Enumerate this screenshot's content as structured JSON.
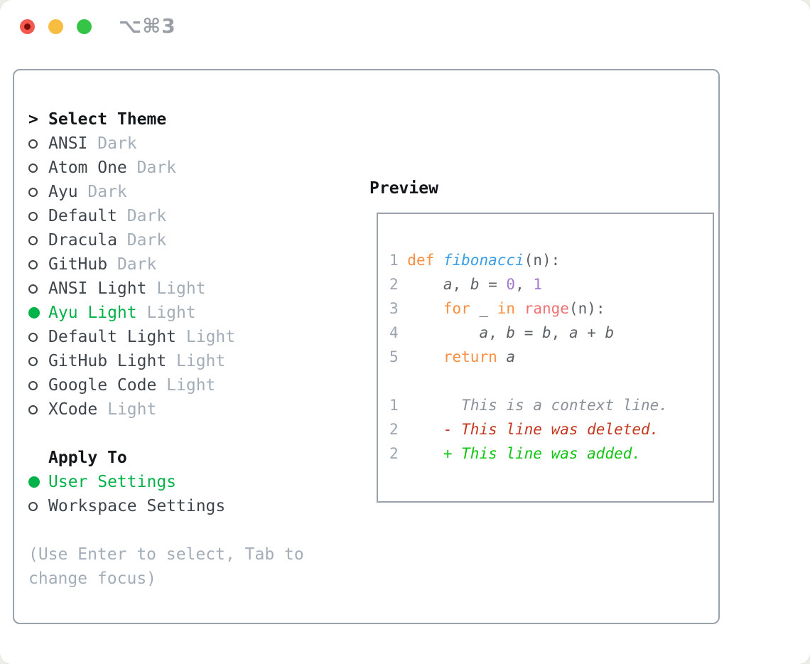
{
  "window": {
    "shortcut_title": "⌥⌘3",
    "traffic_lights": [
      "close",
      "minimize",
      "zoom"
    ]
  },
  "theme_picker": {
    "heading": "Select Theme",
    "prompt": ">",
    "items": [
      {
        "name": "ANSI",
        "variant": "Dark",
        "selected": false
      },
      {
        "name": "Atom One",
        "variant": "Dark",
        "selected": false
      },
      {
        "name": "Ayu",
        "variant": "Dark",
        "selected": false
      },
      {
        "name": "Default",
        "variant": "Dark",
        "selected": false
      },
      {
        "name": "Dracula",
        "variant": "Dark",
        "selected": false
      },
      {
        "name": "GitHub",
        "variant": "Dark",
        "selected": false
      },
      {
        "name": "ANSI Light",
        "variant": "Light",
        "selected": false
      },
      {
        "name": "Ayu Light",
        "variant": "Light",
        "selected": true
      },
      {
        "name": "Default Light",
        "variant": "Light",
        "selected": false
      },
      {
        "name": "GitHub Light",
        "variant": "Light",
        "selected": false
      },
      {
        "name": "Google Code",
        "variant": "Light",
        "selected": false
      },
      {
        "name": "XCode",
        "variant": "Light",
        "selected": false
      }
    ]
  },
  "apply_to": {
    "heading": "Apply To",
    "items": [
      {
        "name": "User Settings",
        "selected": true
      },
      {
        "name": "Workspace Settings",
        "selected": false
      }
    ]
  },
  "hint": "(Use Enter to select, Tab to change focus)",
  "preview": {
    "heading": "Preview",
    "pane_lines": [
      {
        "tokens": [
          {
            "t": "1 ",
            "c": "ln"
          },
          {
            "t": "def ",
            "c": "kw"
          },
          {
            "t": "fibonacci",
            "c": "fn",
            "i": 1
          },
          {
            "t": "(n):",
            "c": "tx"
          }
        ]
      },
      {
        "tokens": [
          {
            "t": "2 ",
            "c": "ln"
          },
          {
            "t": "    ",
            "c": "tx"
          },
          {
            "t": "a",
            "c": "tx",
            "i": 1
          },
          {
            "t": ", ",
            "c": "tx"
          },
          {
            "t": "b",
            "c": "tx",
            "i": 1
          },
          {
            "t": " = ",
            "c": "tx"
          },
          {
            "t": "0",
            "c": "num"
          },
          {
            "t": ", ",
            "c": "tx"
          },
          {
            "t": "1",
            "c": "num"
          }
        ]
      },
      {
        "tokens": [
          {
            "t": "3 ",
            "c": "ln"
          },
          {
            "t": "    ",
            "c": "tx"
          },
          {
            "t": "for",
            "c": "kw"
          },
          {
            "t": " _ ",
            "c": "tx"
          },
          {
            "t": "in",
            "c": "kw"
          },
          {
            "t": " ",
            "c": "tx"
          },
          {
            "t": "range",
            "c": "call"
          },
          {
            "t": "(n):",
            "c": "tx"
          }
        ]
      },
      {
        "tokens": [
          {
            "t": "4 ",
            "c": "ln"
          },
          {
            "t": "        ",
            "c": "tx"
          },
          {
            "t": "a",
            "c": "tx",
            "i": 1
          },
          {
            "t": ", ",
            "c": "tx"
          },
          {
            "t": "b",
            "c": "tx",
            "i": 1
          },
          {
            "t": " = ",
            "c": "tx"
          },
          {
            "t": "b",
            "c": "tx",
            "i": 1
          },
          {
            "t": ", ",
            "c": "tx"
          },
          {
            "t": "a",
            "c": "tx",
            "i": 1
          },
          {
            "t": " + ",
            "c": "tx"
          },
          {
            "t": "b",
            "c": "tx",
            "i": 1
          }
        ]
      },
      {
        "tokens": [
          {
            "t": "5 ",
            "c": "ln"
          },
          {
            "t": "    ",
            "c": "tx"
          },
          {
            "t": "return",
            "c": "kw"
          },
          {
            "t": " ",
            "c": "tx"
          },
          {
            "t": "a",
            "c": "tx",
            "i": 1
          }
        ]
      },
      {
        "tokens": []
      },
      {
        "tokens": [
          {
            "t": "1",
            "c": "ln"
          },
          {
            "t": "       ",
            "c": "tx"
          },
          {
            "t": "This is a context line.",
            "c": "ctx",
            "i": 1
          }
        ]
      },
      {
        "tokens": [
          {
            "t": "2",
            "c": "ln"
          },
          {
            "t": "     ",
            "c": "tx"
          },
          {
            "t": "- This line was deleted.",
            "c": "del",
            "i": 1
          }
        ]
      },
      {
        "tokens": [
          {
            "t": "2",
            "c": "ln"
          },
          {
            "t": "     ",
            "c": "tx"
          },
          {
            "t": "+ This line was added.",
            "c": "add",
            "i": 1
          }
        ]
      }
    ]
  },
  "colors": {
    "page_bg": "#efede8",
    "window_bg": "#ffffff",
    "border": "#9aa2ac",
    "traffic_red": "#f4574d",
    "traffic_red_dot": "#7e0d06",
    "traffic_yellow": "#f7bd40",
    "traffic_green": "#35c546",
    "shortcut_text": "#9a9fa5",
    "heading_text": "#15181b",
    "item_text": "#3f454c",
    "muted_text": "#a3adb8",
    "selection_green": "#00b247",
    "ln": "#9aa4b0",
    "tx": "#5c6166",
    "kw": "#fa8d3e",
    "fn": "#399ee6",
    "call": "#f07171",
    "num": "#a37acc",
    "ctx": "#8a9199",
    "del": "#c6371f",
    "add": "#0fc50f"
  }
}
